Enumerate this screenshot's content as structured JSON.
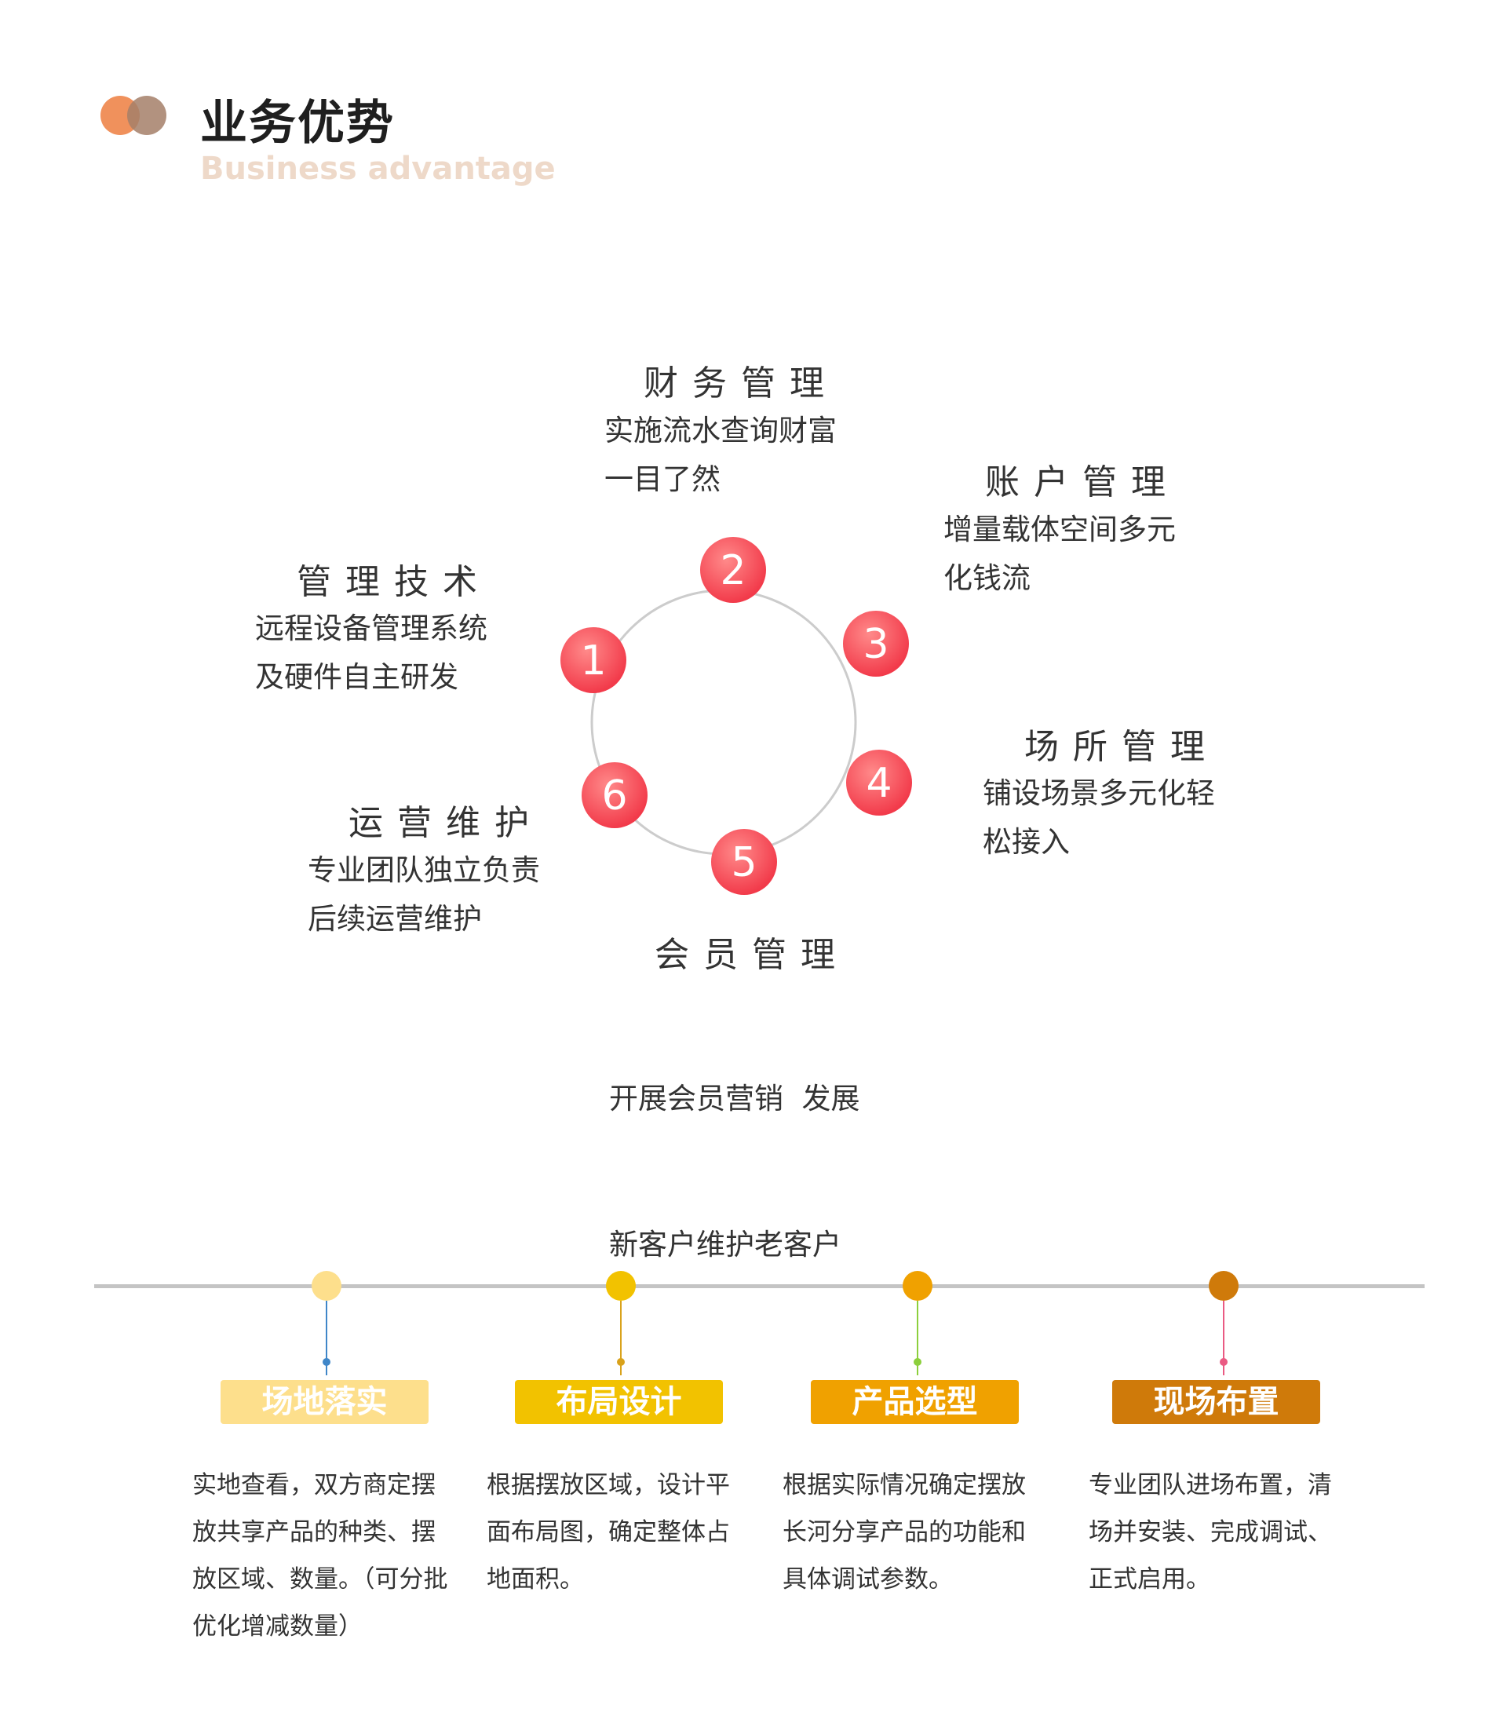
{
  "header": {
    "title": "业务优势",
    "subtitle": "Business advantage",
    "logo_colors": [
      "#f0915c",
      "#a57f68"
    ]
  },
  "cycle": {
    "node_color": "#f5404f",
    "ring_color": "#cccccc",
    "nodes": [
      {
        "num": "1",
        "title": "管理技术",
        "desc": [
          "远程设备管理系统",
          "及硬件自主研发"
        ]
      },
      {
        "num": "2",
        "title": "财务管理",
        "desc": [
          "实施流水查询财富",
          "一目了然"
        ]
      },
      {
        "num": "3",
        "title": "账户管理",
        "desc": [
          "增量载体空间多元",
          "化钱流"
        ]
      },
      {
        "num": "4",
        "title": "场所管理",
        "desc": [
          "铺设场景多元化轻",
          "松接入"
        ]
      },
      {
        "num": "5",
        "title": "会员管理",
        "desc": [
          "开展会员营销  发展",
          "新客户维护老客户"
        ]
      },
      {
        "num": "6",
        "title": "运营维护",
        "desc": [
          "专业团队独立负责",
          "后续运营维护"
        ]
      }
    ]
  },
  "timeline": {
    "line_color": "#c4c4c4",
    "steps": [
      {
        "label": "场地落实",
        "desc": "实地查看，双方商定摆放共享产品的种类、摆放区域、数量。（可分批优化增减数量）",
        "dot_color": "#fddf8c",
        "stem_color": "#3f86c8",
        "label_color": "#fddf8c"
      },
      {
        "label": "布局设计",
        "desc": "根据摆放区域，设计平面布局图，确定整体占地面积。",
        "dot_color": "#f2c200",
        "stem_color": "#d9a21b",
        "label_color": "#f2c200"
      },
      {
        "label": "产品选型",
        "desc": "根据实际情况确定摆放长河分享产品的功能和具体调试参数。",
        "dot_color": "#f0a100",
        "stem_color": "#8ccf3c",
        "label_color": "#f0a100"
      },
      {
        "label": "现场布置",
        "desc": "专业团队进场布置，清场并安装、完成调试、正式启用。",
        "dot_color": "#cf7a0a",
        "stem_color": "#ea5a83",
        "label_color": "#cf7a0a"
      }
    ]
  }
}
